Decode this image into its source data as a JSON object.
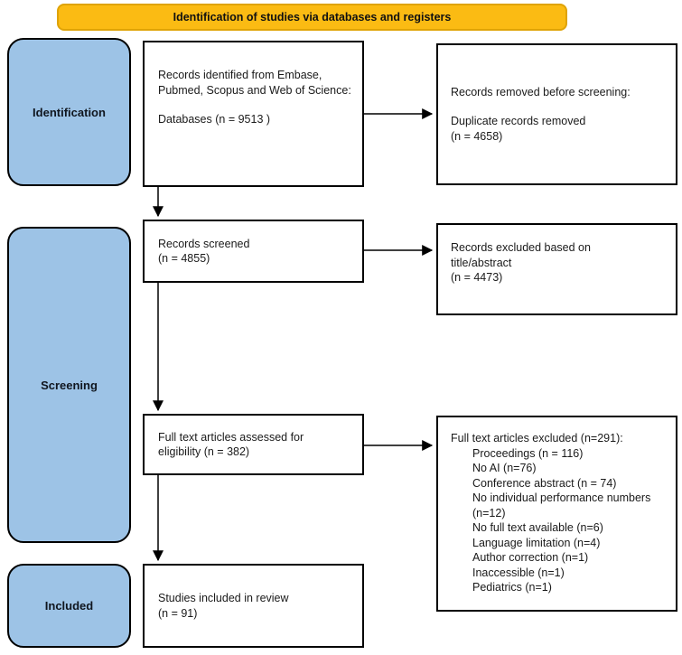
{
  "banner": {
    "label": "Identification of studies via databases and registers"
  },
  "stages": [
    {
      "label": "Identification"
    },
    {
      "label": "Screening"
    },
    {
      "label": "Included"
    }
  ],
  "boxes": {
    "records_identified": {
      "para1": "Records identified from Embase, Pubmed, Scopus and Web of Science:",
      "para2": "Databases (n = 9513 )"
    },
    "records_removed": {
      "title": "Records removed before screening:",
      "line1": "Duplicate records removed",
      "line2": "(n = 4658)"
    },
    "records_screened": {
      "line1": "Records screened",
      "line2": "(n = 4855)"
    },
    "records_excluded": {
      "line1": "Records excluded based on",
      "line2": "title/abstract",
      "line3": "(n = 4473)"
    },
    "fulltext_assessed": {
      "text": "Full text articles assessed for eligibility (n = 382)"
    },
    "fulltext_excluded": {
      "title": "Full text articles excluded (n=291):",
      "items": [
        "Proceedings (n = 116)",
        "No AI (n=76)",
        "Conference abstract (n = 74)",
        "No individual performance numbers (n=12)",
        "No full text available (n=6)",
        "Language limitation (n=4)",
        "Author correction (n=1)",
        "Inaccessible (n=1)",
        "Pediatrics (n=1)"
      ]
    },
    "studies_included": {
      "line1": "Studies included in review",
      "line2": "(n = 91)"
    }
  },
  "colors": {
    "banner_fill": "#FBBB13",
    "banner_border": "#DFA305",
    "stage_fill": "#9DC3E6",
    "box_border": "#000000",
    "arrow": "#000000"
  }
}
